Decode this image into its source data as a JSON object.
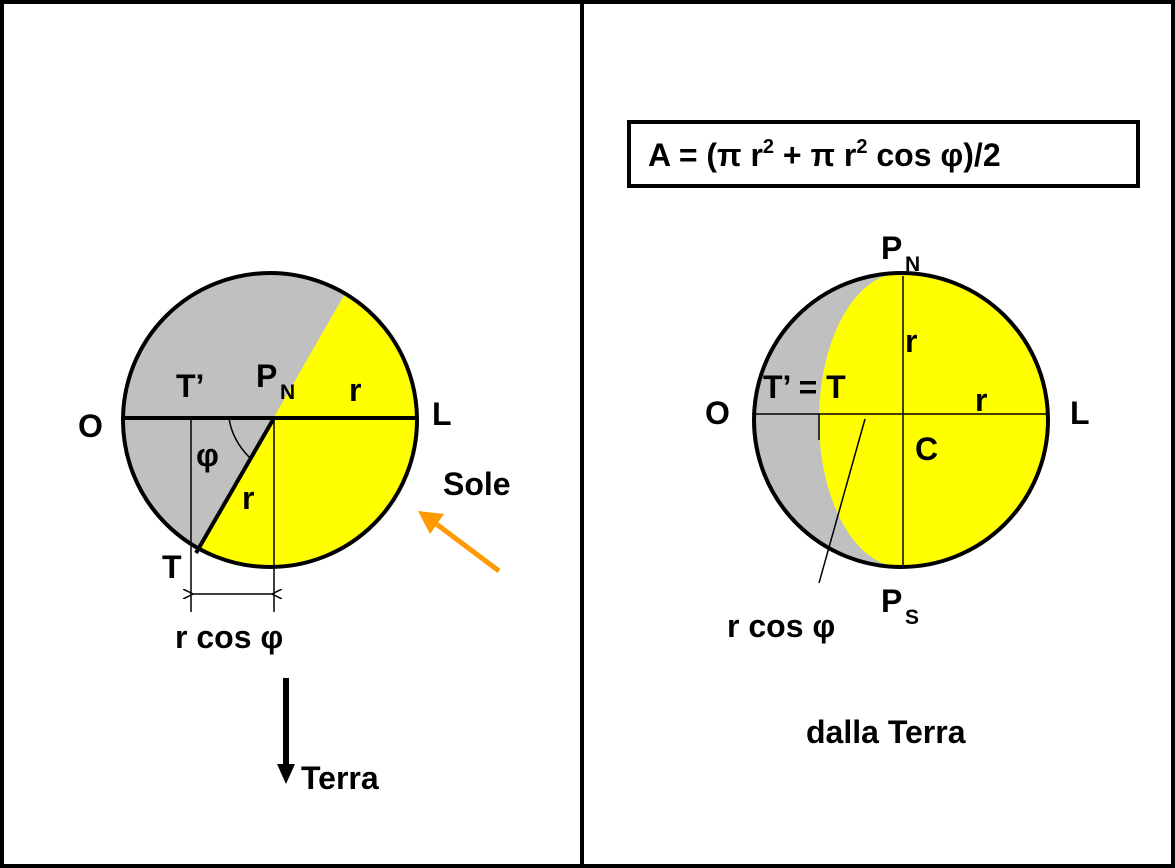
{
  "colors": {
    "shadow": "#c0c0c0",
    "lit": "#ffff00",
    "sun_arrow": "#ff9900",
    "ink": "#000000",
    "background": "#ffffff"
  },
  "left_panel": {
    "label_west": "O",
    "label_east": "L",
    "label_t_prime": "T’",
    "label_p": "P",
    "label_p_sub": "N",
    "label_r_horizontal": "r",
    "label_r_diagonal": "r",
    "label_phi": "φ",
    "label_t": "T",
    "label_sun": "Sole",
    "label_r_cos_phi": "r cos φ",
    "label_earth": "Terra"
  },
  "right_panel": {
    "formula": {
      "part1": "A = (π r",
      "exp1": "2",
      "part2": " + π r",
      "exp2": "2",
      "part3": " cos φ)/2"
    },
    "label_pn": "P",
    "label_pn_sub": "N",
    "label_ps": "P",
    "label_ps_sub": "S",
    "label_r_vertical": "r",
    "label_r_horizontal": "r",
    "label_t_prime_eq_t": "T’ = T",
    "label_west": "O",
    "label_east": "L",
    "label_center": "C",
    "label_r_cos_phi": "r cos φ",
    "caption": "dalla Terra"
  }
}
